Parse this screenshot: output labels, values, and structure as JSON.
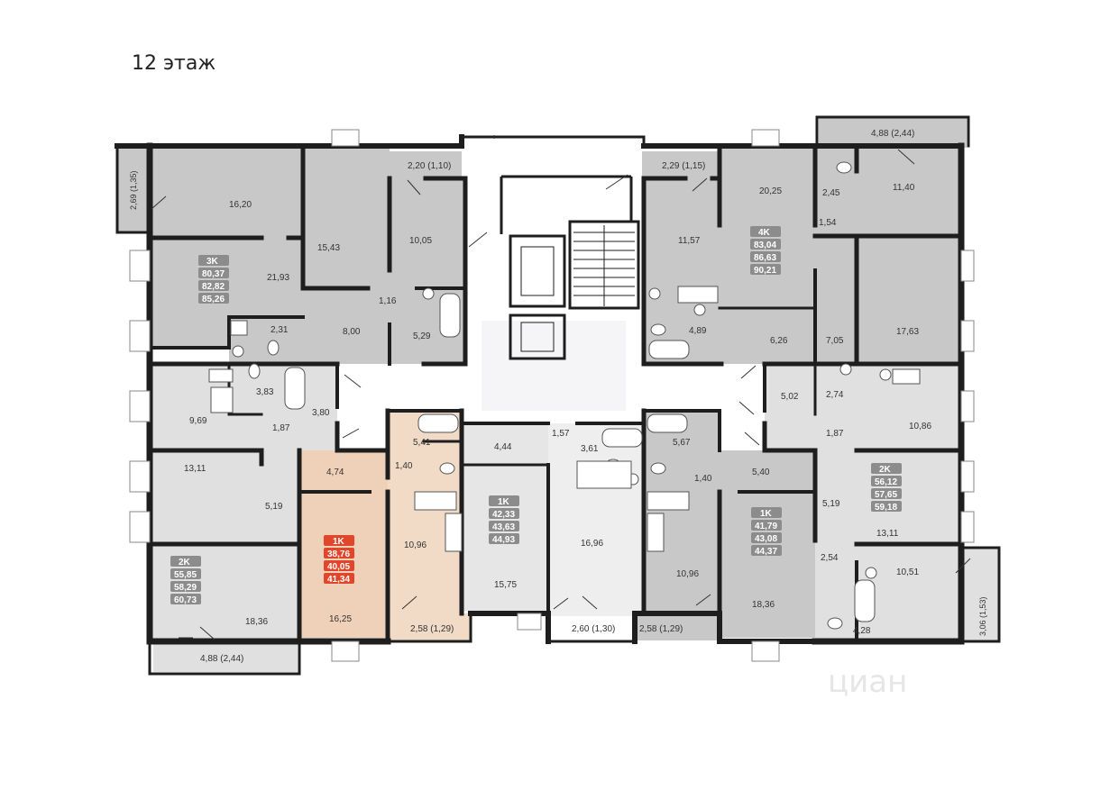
{
  "floor_title": "12 этаж",
  "watermark": "циан",
  "colors": {
    "room_dark": "#c8c8c8",
    "room_mid": "#d9d9d9",
    "room_light": "#e6e6e6",
    "corridor": "#ffffff",
    "wall": "#1e1e1e",
    "badge": "#8c8c8c",
    "highlight_room": "#efd1b9",
    "highlight_room2": "#f1dbc6",
    "highlight_badge": "#e2462a"
  },
  "apartments": [
    {
      "id": "apt-3k",
      "type": "3K",
      "areas": [
        "80,37",
        "82,82",
        "85,26"
      ],
      "highlight": false
    },
    {
      "id": "apt-4k",
      "type": "4K",
      "areas": [
        "83,04",
        "86,63",
        "90,21"
      ],
      "highlight": false
    },
    {
      "id": "apt-2k-left",
      "type": "2K",
      "areas": [
        "55,85",
        "58,29",
        "60,73"
      ],
      "highlight": false
    },
    {
      "id": "apt-1k-selected",
      "type": "1K",
      "areas": [
        "38,76",
        "40,05",
        "41,34"
      ],
      "highlight": true
    },
    {
      "id": "apt-1k-center",
      "type": "1K",
      "areas": [
        "42,33",
        "43,63",
        "44,93"
      ],
      "highlight": false
    },
    {
      "id": "apt-1k-right",
      "type": "1K",
      "areas": [
        "41,79",
        "43,08",
        "44,37"
      ],
      "highlight": false
    },
    {
      "id": "apt-2k-right",
      "type": "2K",
      "areas": [
        "56,12",
        "57,65",
        "59,18"
      ],
      "highlight": false
    }
  ],
  "room_labels": [
    "16,20",
    "2,69 (1,35)",
    "15,43",
    "2,20 (1,10)",
    "10,05",
    "21,93",
    "1,16",
    "8,00",
    "2,31",
    "5,29",
    "3,83",
    "9,69",
    "1,87",
    "3,80",
    "5,41",
    "1,40",
    "4,74",
    "13,11",
    "5,19",
    "10,96",
    "16,25",
    "18,36",
    "4,88 (2,44)",
    "2,58 (1,29)",
    "4,44",
    "1,57",
    "3,61",
    "15,75",
    "16,96",
    "2,60 (1,30)",
    "5,67",
    "1,40",
    "10,96",
    "2,58 (1,29)",
    "5,40",
    "18,36",
    "2,29 (1,15)",
    "20,25",
    "11,57",
    "4,89",
    "6,26",
    "4,88 (2,44)",
    "2,45",
    "11,40",
    "1,54",
    "7,05",
    "17,63",
    "5,02",
    "2,74",
    "10,86",
    "1,87",
    "5,19",
    "13,11",
    "2,54",
    "10,51",
    "3,06 (1,53)",
    "4,28"
  ]
}
